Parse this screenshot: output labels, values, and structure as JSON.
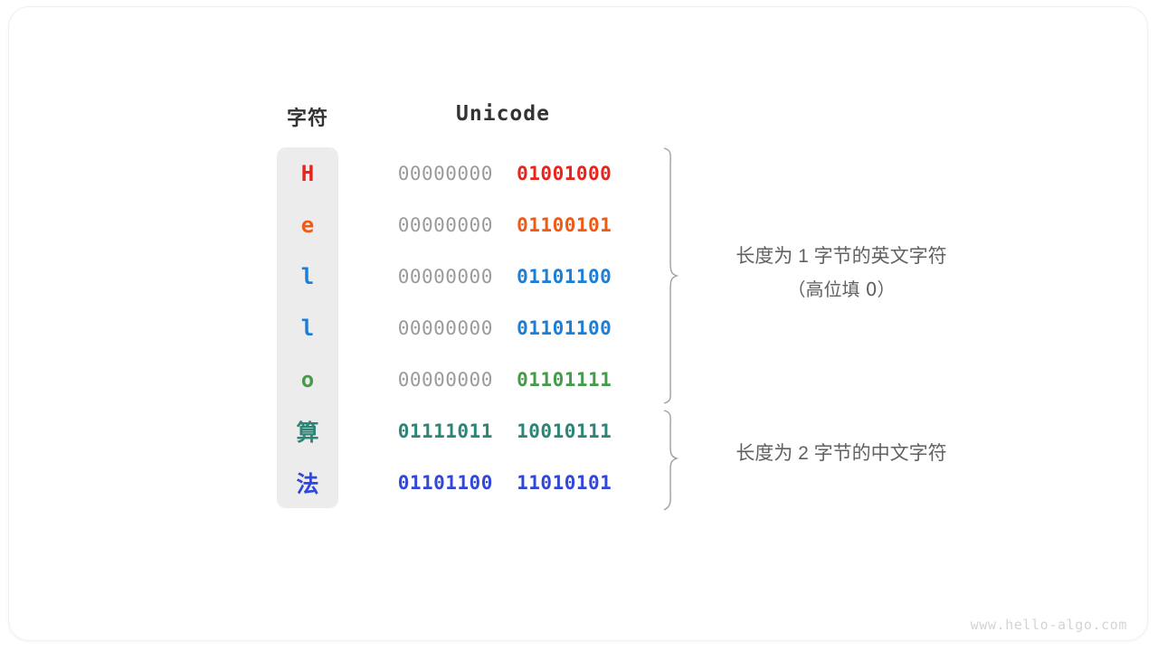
{
  "watermark": "www.hello-algo.com",
  "headers": {
    "character": "字符",
    "unicode": "Unicode"
  },
  "colors": {
    "char_column_bg": "#ececec",
    "high_byte_gray": "#9a9a9a",
    "note_text": "#616161",
    "header_text": "#333333",
    "brace_stroke": "#9e9e9e",
    "watermark": "#d4d4d4"
  },
  "rows": [
    {
      "char": "H",
      "color": "#e8241c",
      "high_byte": "00000000",
      "low_byte": "01001000",
      "high_bold": false,
      "cjk": false
    },
    {
      "char": "e",
      "color": "#f05a15",
      "high_byte": "00000000",
      "low_byte": "01100101",
      "high_bold": false,
      "cjk": false
    },
    {
      "char": "l",
      "color": "#1c7ed6",
      "high_byte": "00000000",
      "low_byte": "01101100",
      "high_bold": false,
      "cjk": false
    },
    {
      "char": "l",
      "color": "#1c7ed6",
      "high_byte": "00000000",
      "low_byte": "01101100",
      "high_bold": false,
      "cjk": false
    },
    {
      "char": "o",
      "color": "#469b4b",
      "high_byte": "00000000",
      "low_byte": "01101111",
      "high_bold": false,
      "cjk": false
    },
    {
      "char": "算",
      "color": "#2c8577",
      "high_byte": "01111011",
      "low_byte": "10010111",
      "high_bold": true,
      "cjk": true
    },
    {
      "char": "法",
      "color": "#3147d8",
      "high_byte": "01101100",
      "low_byte": "11010101",
      "high_bold": true,
      "cjk": true
    }
  ],
  "annotations": [
    {
      "line1": "长度为 1 字节的英文字符",
      "line2": "（高位填 0）"
    },
    {
      "line1": "长度为 2 字节的中文字符",
      "line2": ""
    }
  ]
}
